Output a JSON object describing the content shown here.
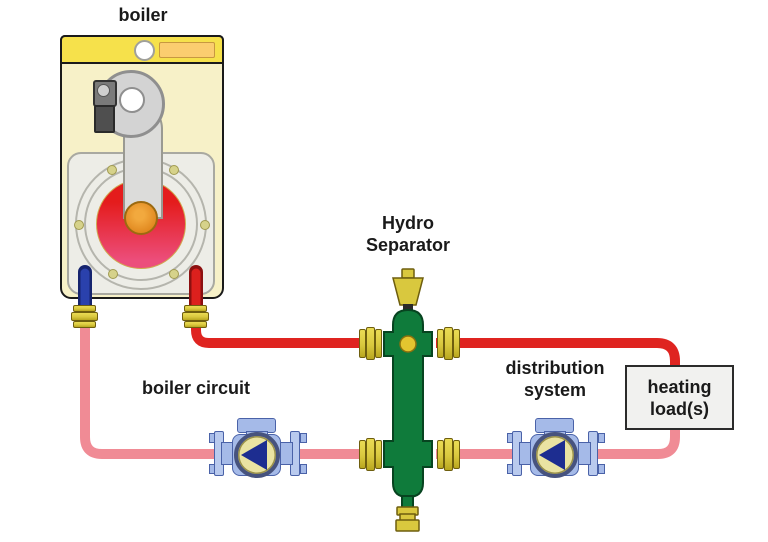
{
  "labels": {
    "boiler": "boiler",
    "boiler_circuit": "boiler circuit",
    "hydro_separator": "Hydro\nSeparator",
    "distribution_system": "distribution\nsystem",
    "heating_loads": "heating\nload(s)"
  },
  "colors": {
    "supply_pipe": "#df2420",
    "return_pipe": "#f08b95",
    "separator_green": "#0f7b3b",
    "separator_outline": "#074420",
    "brass": "#d9c83e",
    "brass_outline": "#6e5e0e",
    "boiler_body": "#f7f1c8",
    "boiler_band": "#f6e14b",
    "boiler_outline": "#1a1a1a",
    "pump_body": "#a5bae8",
    "pump_outline": "#4a62a8",
    "pump_impeller": "#1d2d90",
    "pump_dial": "#eae3a2",
    "flame_top": "#e41c1c",
    "flame_bottom": "#ec4e7c",
    "connection_blue": "#2a41ac",
    "connection_red": "#dc201d"
  },
  "icons": {
    "air_vent": "air-vent",
    "drain_valve": "drain-valve",
    "pump_arrow": "impeller-arrow-left",
    "burner": "burner-blower",
    "flame_chamber": "combustion-chamber"
  }
}
